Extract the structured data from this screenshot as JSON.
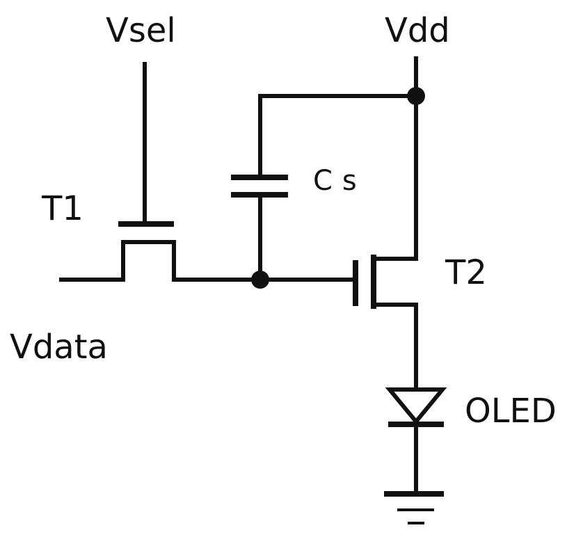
{
  "labels": {
    "vsel": "Vsel",
    "vdd": "Vdd",
    "t1": "T1",
    "cs": "Cs",
    "t2": "T2",
    "vdata": "Vdata",
    "oled": "OLED"
  }
}
